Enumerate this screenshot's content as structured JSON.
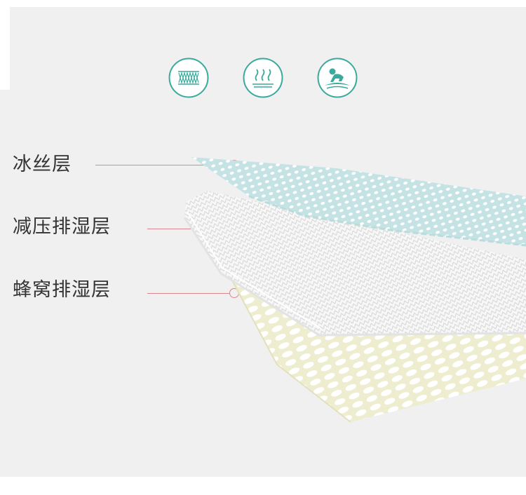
{
  "colors": {
    "background": "#f0f0f0",
    "accent_teal": "#3aaa9c",
    "leader_pink": "#d9868c",
    "label_text": "#333333",
    "cool_silk_layer": "#cde7e7",
    "decompression_layer": "#ffffff",
    "honeycomb_layer": "#eeedcf"
  },
  "features": [
    {
      "icon": "spring-mesh-icon"
    },
    {
      "icon": "breathable-heat-icon"
    },
    {
      "icon": "baby-crawling-icon"
    }
  ],
  "layers": [
    {
      "label": "冰丝层"
    },
    {
      "label": "减压排湿层"
    },
    {
      "label": "蜂窝排湿层"
    }
  ]
}
